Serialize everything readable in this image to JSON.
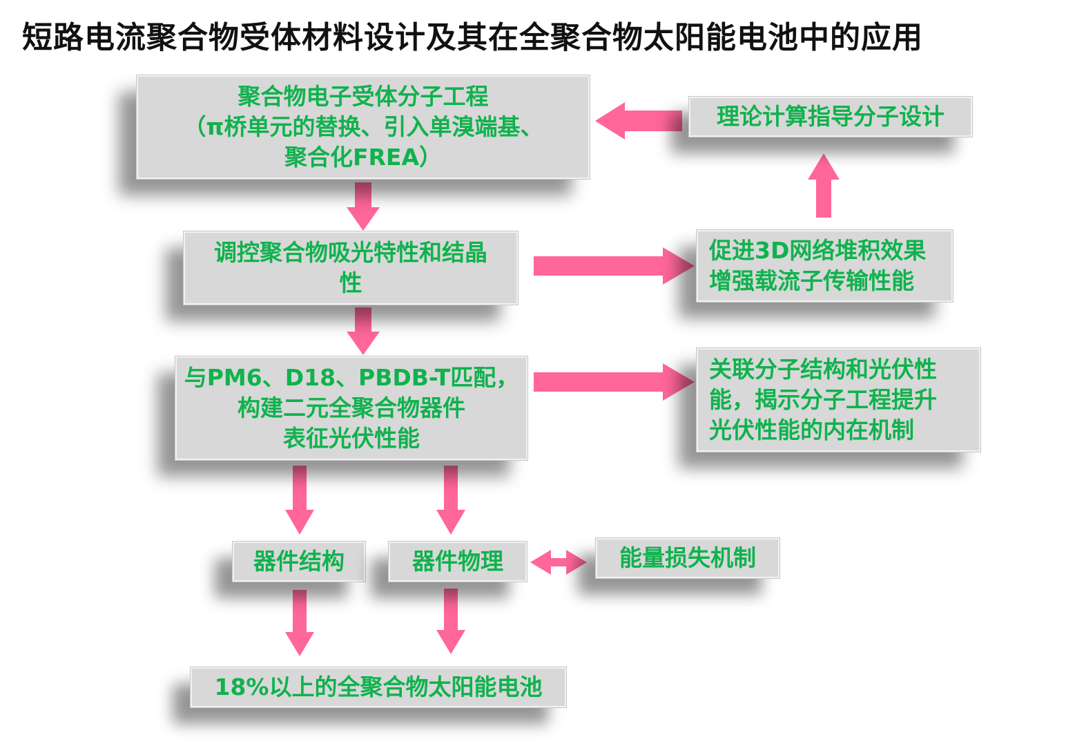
{
  "title": "短路电流聚合物受体材料设计及其在全聚合物太阳能电池中的应用",
  "colors": {
    "box_fill": "#d8d8d8",
    "text": "#10b24d",
    "arrow": "#ff6699"
  },
  "nodes": {
    "molecular_engineering": {
      "lines": [
        "聚合物电子受体分子工程",
        "（π桥单元的替换、引入单溴端基、",
        "聚合化FREA）"
      ]
    },
    "theory_guidance": {
      "lines": [
        "理论计算指导分子设计"
      ]
    },
    "absorption_crystallinity": {
      "lines": [
        "调控聚合物吸光特性和结晶",
        "性"
      ]
    },
    "network_stacking": {
      "lines": [
        "促进3D网络堆积效果",
        "增强载流子传输性能"
      ]
    },
    "device_fabrication": {
      "lines": [
        "与PM6、D18、PBDB-T匹配，",
        "构建二元全聚合物器件",
        "表征光伏性能"
      ]
    },
    "mechanism": {
      "lines": [
        "关联分子结构和光伏性",
        "能，揭示分子工程提升",
        "光伏性能的内在机制"
      ]
    },
    "device_structure": {
      "lines": [
        "器件结构"
      ]
    },
    "device_physics": {
      "lines": [
        "器件物理"
      ]
    },
    "energy_loss": {
      "lines": [
        "能量损失机制"
      ]
    },
    "result": {
      "lines": [
        "18%以上的全聚合物太阳能电池"
      ]
    }
  }
}
